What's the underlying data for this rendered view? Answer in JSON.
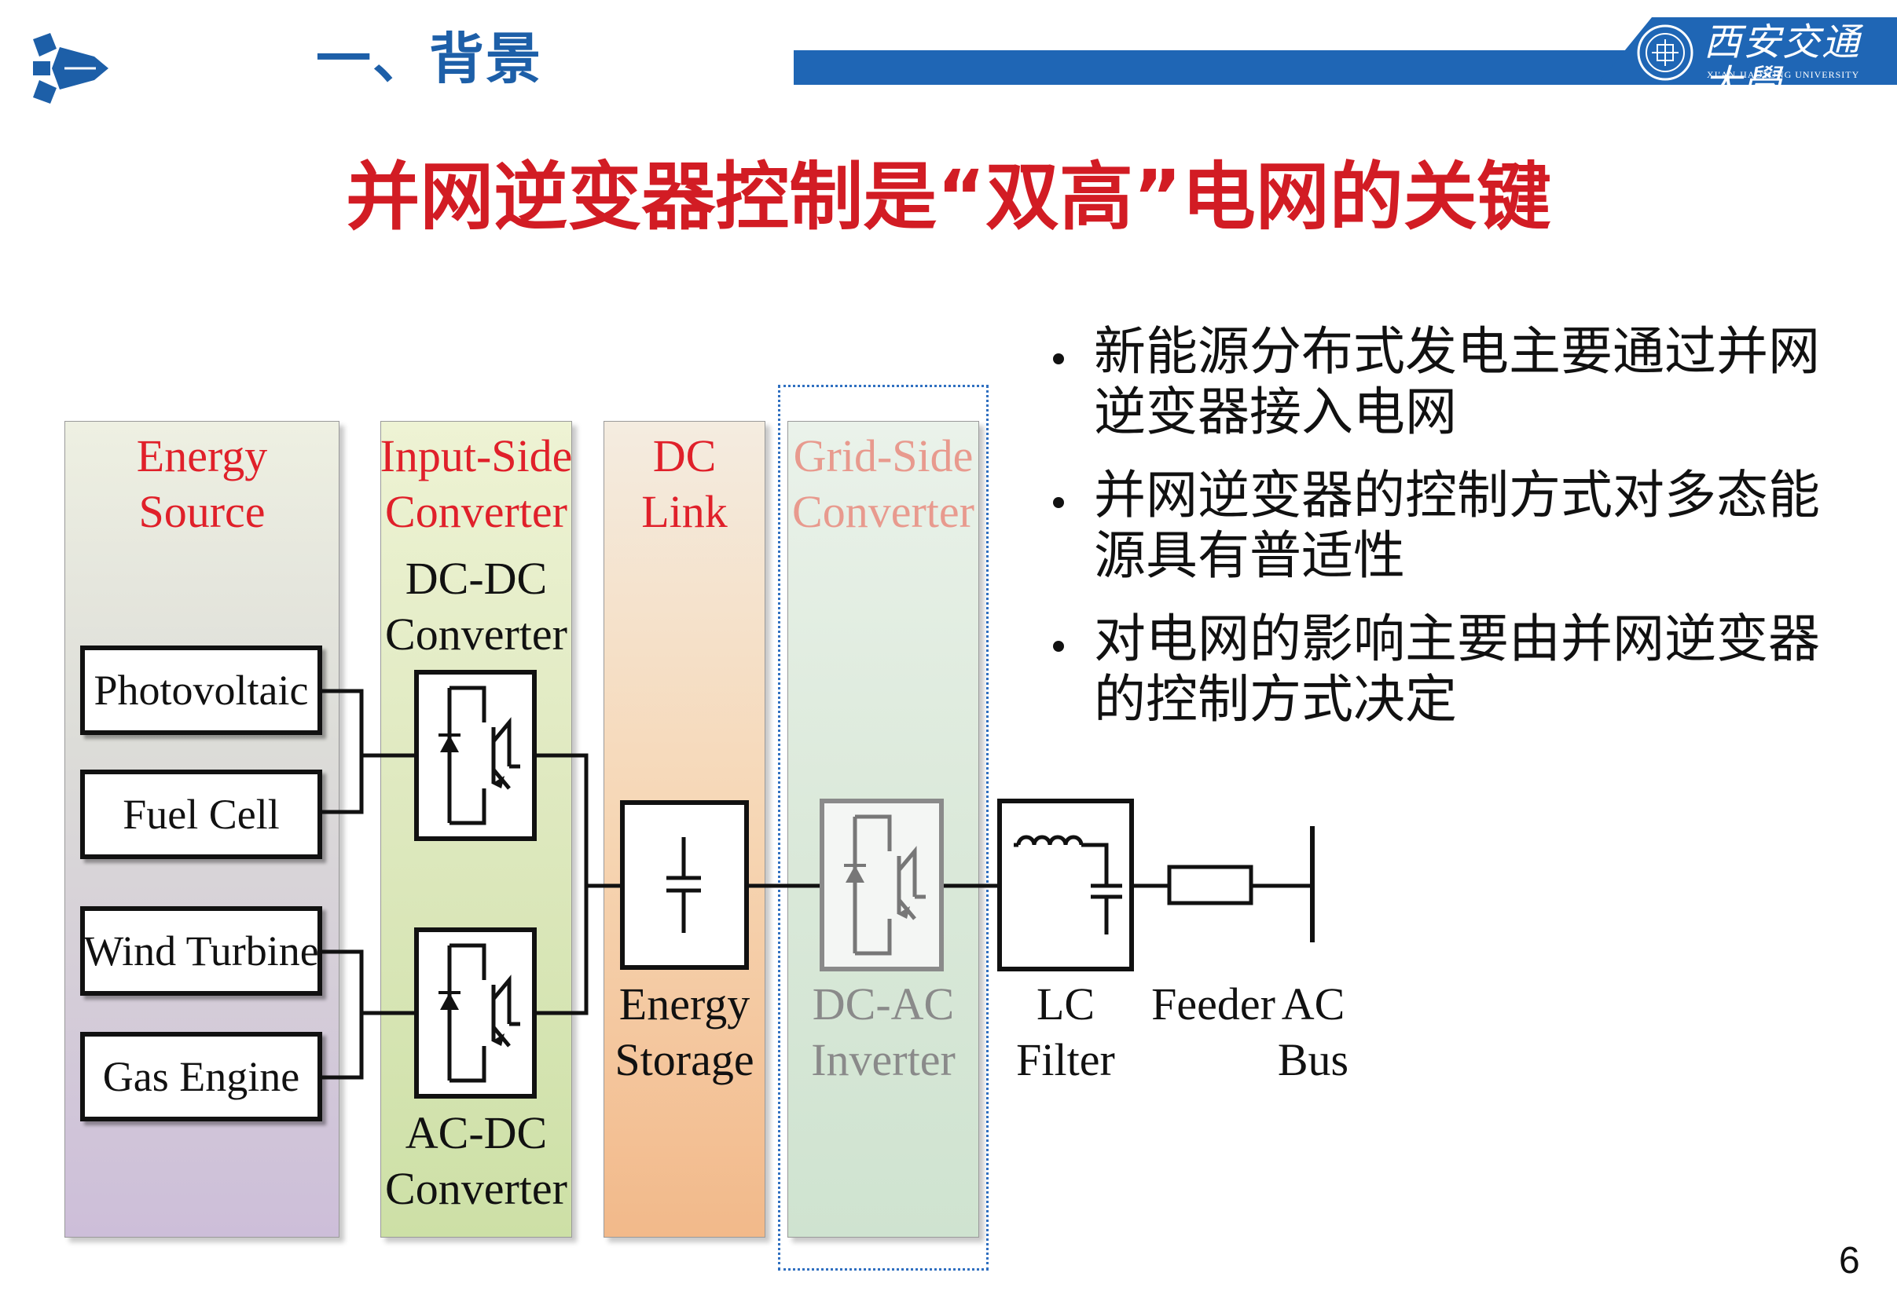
{
  "header": {
    "section_title": "一、背景",
    "university_name_cn": "西安交通大學",
    "university_name_en": "XI'AN JIAOTONG UNIVERSITY"
  },
  "main_title": "并网逆变器控制是“双高”电网的关键",
  "bullets": [
    "新能源分布式发电主要通过并网逆变器接入电网",
    "并网逆变器的控制方式对多态能源具有普适性",
    "对电网的影响主要由并网逆变器的控制方式决定"
  ],
  "diagram": {
    "columns": {
      "energy_source": {
        "line1": "Energy",
        "line2": "Source"
      },
      "input_side": {
        "line1": "Input-Side",
        "line2": "Converter"
      },
      "dc_link": {
        "line1": "DC",
        "line2": "Link"
      },
      "grid_side": {
        "line1": "Grid-Side",
        "line2": "Converter"
      }
    },
    "sources": [
      "Photovoltaic",
      "Fuel Cell",
      "Wind Turbine",
      "Gas Engine"
    ],
    "dcdc_label": {
      "line1": "DC-DC",
      "line2": "Converter"
    },
    "acdc_label": {
      "line1": "AC-DC",
      "line2": "Converter"
    },
    "storage_label": {
      "line1": "Energy",
      "line2": "Storage"
    },
    "inverter_label": {
      "line1": "DC-AC",
      "line2": "Inverter"
    },
    "filter_label": {
      "line1": "LC",
      "line2": "Filter"
    },
    "feeder_label": "Feeder",
    "bus_label": {
      "line1": "AC",
      "line2": "Bus"
    },
    "colors": {
      "section_blue": "#1f66b5",
      "title_red": "#d21c24"
    }
  },
  "page_number": "6"
}
